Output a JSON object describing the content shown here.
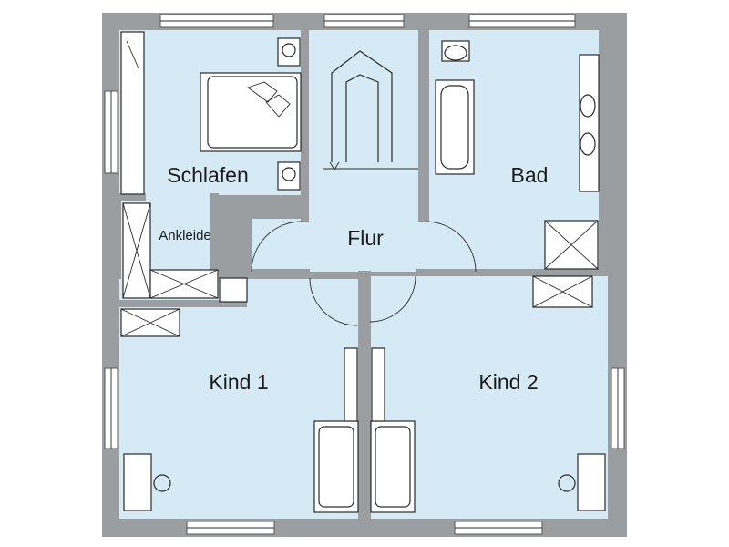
{
  "rooms": {
    "schlafen": "Schlafen",
    "ankleide": "Ankleide",
    "flur": "Flur",
    "bad": "Bad",
    "kind1": "Kind 1",
    "kind2": "Kind 2"
  },
  "colors": {
    "wall": "#9b9ea1",
    "floor": "#d6eaf6",
    "line": "#2a2a2a",
    "furniture": "#ffffff"
  }
}
